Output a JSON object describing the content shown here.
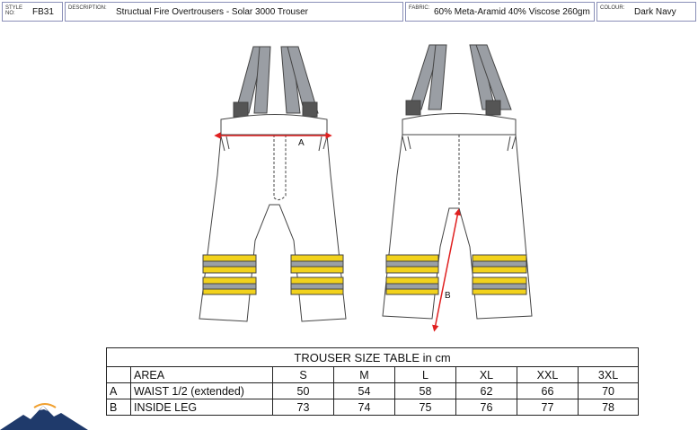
{
  "header": {
    "style": {
      "label": "STYLE NO:",
      "value": "FB31"
    },
    "description": {
      "label": "DESCRIPTION:",
      "value": "Structual Fire Overtrousers - Solar 3000 Trouser"
    },
    "fabric": {
      "label": "FABRIC:",
      "value": "60% Meta-Aramid 40% Viscose 260gm"
    },
    "colour": {
      "label": "COLOUR:",
      "value": "Dark Navy"
    }
  },
  "drawing": {
    "label_a": "A",
    "label_b": "B",
    "measure_color": "#e02020",
    "strap_color": "#9a9ea4",
    "reflective_yellow": "#f2d21c",
    "reflective_grey": "#9aa0a6"
  },
  "size_table": {
    "title": "TROUSER SIZE TABLE in cm",
    "area_header": "AREA",
    "sizes": [
      "S",
      "M",
      "L",
      "XL",
      "XXL",
      "3XL"
    ],
    "rows": [
      {
        "code": "A",
        "area": "WAIST 1/2 (extended)",
        "values": [
          "50",
          "54",
          "58",
          "62",
          "66",
          "70"
        ]
      },
      {
        "code": "B",
        "area": "INSIDE LEG",
        "values": [
          "73",
          "74",
          "75",
          "76",
          "77",
          "78"
        ]
      }
    ]
  },
  "logo": {
    "colors": [
      "#1f3a6b",
      "#f0a030"
    ]
  }
}
